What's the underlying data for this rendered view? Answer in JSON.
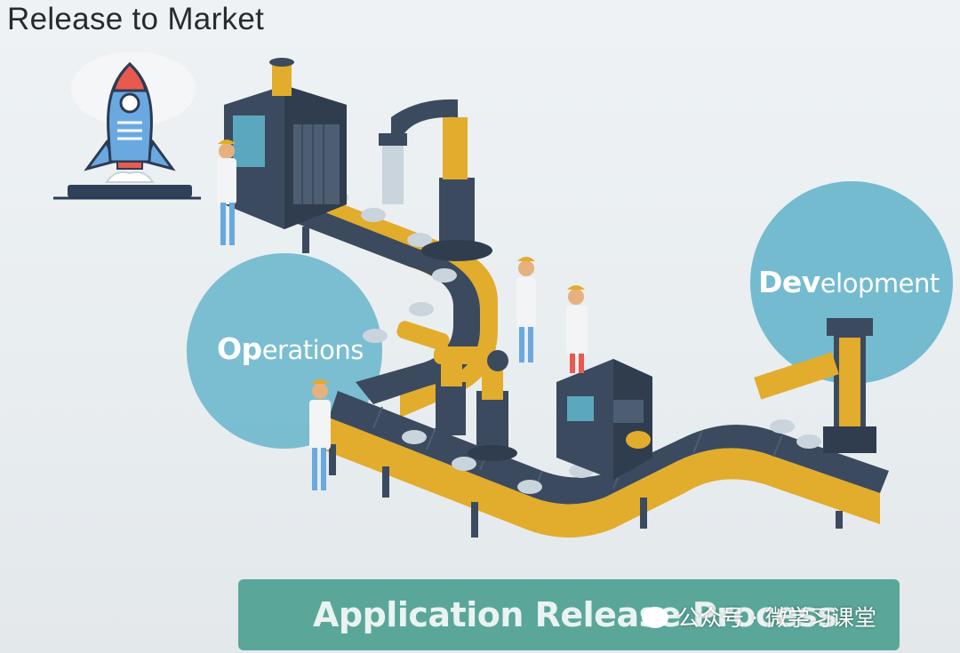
{
  "title": "Release to Market",
  "circles": {
    "operations": {
      "initial": "Op",
      "rest": "erations"
    },
    "development": {
      "initial": "Dev",
      "rest": "elopment"
    }
  },
  "banner": {
    "text": "Application Release Process"
  },
  "watermark": {
    "text": "公众号 · 微学习课堂"
  },
  "icons": [
    "rocket-icon",
    "conveyor-belt",
    "robot-arm",
    "worker-figure",
    "machine-station"
  ],
  "colors": {
    "circle_blue": "#5fb2c9",
    "belt_dark": "#3b4a5e",
    "belt_yellow": "#e2ac2c",
    "banner_green": "#5aa79a",
    "rocket_red": "#e85a4f",
    "rocket_blue": "#6aa9e0"
  }
}
